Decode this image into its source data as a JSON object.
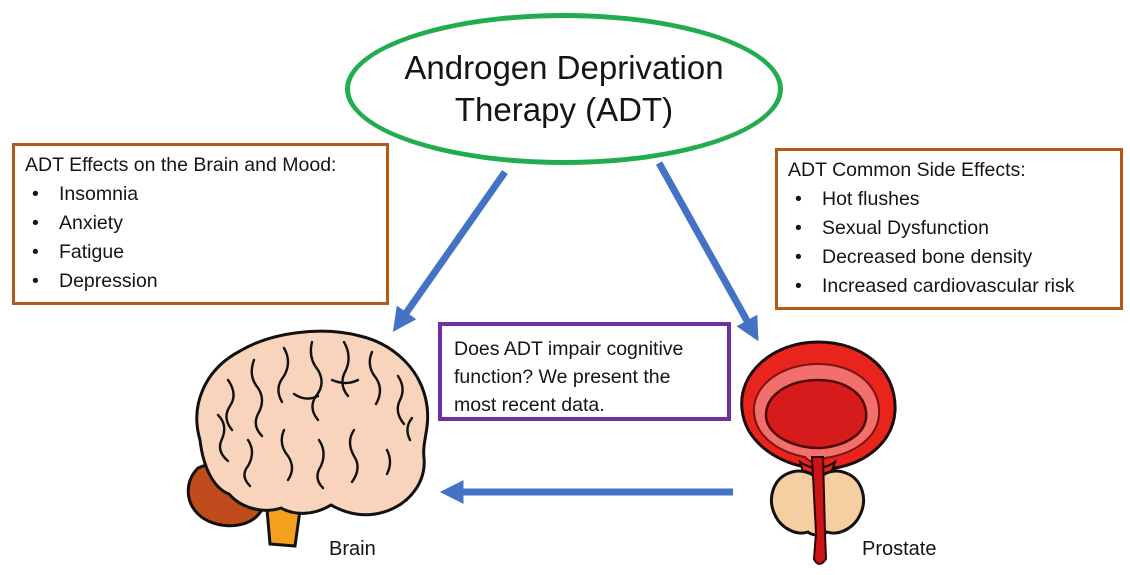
{
  "diagram": {
    "title": "Androgen Deprivation Therapy (ADT)",
    "bullet_char": "•",
    "brain_effects": {
      "heading": "ADT Effects on the Brain and Mood:",
      "items": [
        "Insomnia",
        "Anxiety",
        "Fatigue",
        "Depression"
      ]
    },
    "side_effects": {
      "heading": "ADT Common Side Effects:",
      "items": [
        "Hot flushes",
        "Sexual Dysfunction",
        "Decreased bone density",
        "Increased cardiovascular risk"
      ]
    },
    "question": "Does ADT impair cognitive function? We present the most recent data.",
    "labels": {
      "brain": "Brain",
      "prostate": "Prostate"
    },
    "colors": {
      "ellipse_border": "#22AC50",
      "side_box_border": "#B35A1B",
      "question_box_border": "#7030A0",
      "arrow": "#4472C4",
      "brain_cortex": "#F7D4BB",
      "cerebellum": "#BF4A1C",
      "brain_stem": "#F2A01E",
      "bladder_outer": "#E8241C",
      "bladder_mid": "#F2706B",
      "bladder_inner": "#D51B1B",
      "prostate_gland": "#F5CFA2",
      "urethra": "#CC1416"
    }
  }
}
